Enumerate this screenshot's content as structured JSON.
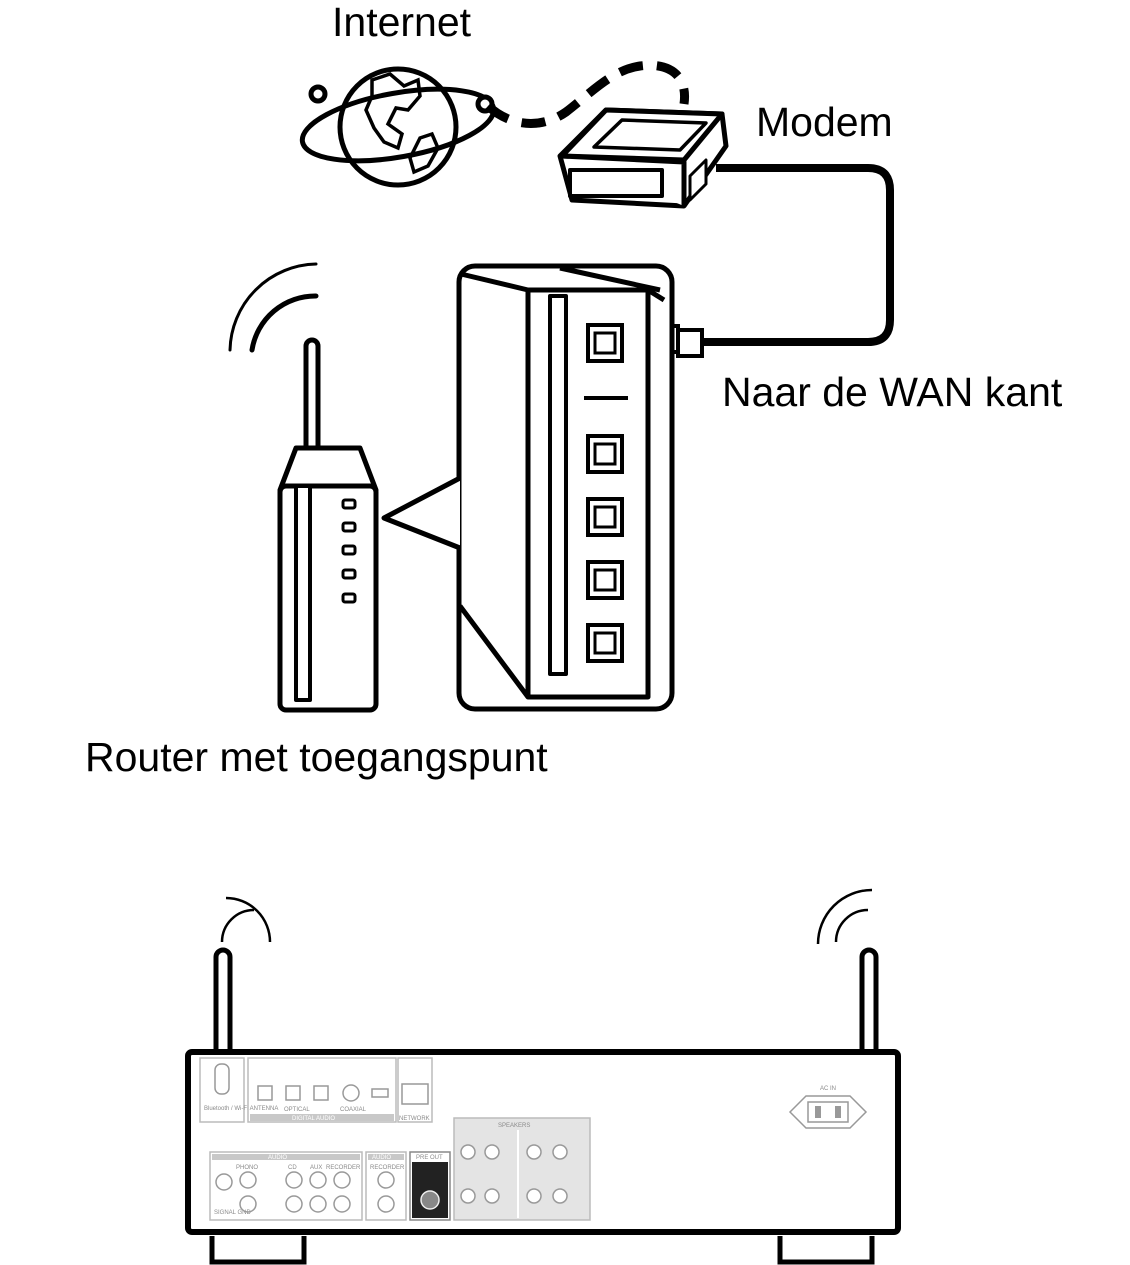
{
  "labels": {
    "internet": "Internet",
    "modem": "Modem",
    "wan": "Naar de WAN kant",
    "router": "Router met toegangspunt"
  },
  "receiver_panel": {
    "antenna": "Bluetooth / Wi-Fi ANTENNA",
    "digital_audio": "DIGITAL AUDIO",
    "optical": "OPTICAL",
    "coaxial": "COAXIAL",
    "network": "NETWORK",
    "ac_in": "AC IN",
    "audio_in": "AUDIO",
    "phono": "PHONO",
    "cd": "CD",
    "aux": "AUX",
    "recorder": "RECORDER",
    "audio_out": "AUDIO",
    "recorder_out": "RECORDER",
    "pre_out": "PRE OUT",
    "speakers": "SPEAKERS",
    "signal_gnd": "SIGNAL GND"
  },
  "colors": {
    "line": "#000000",
    "panel_gray": "#b5b5b5",
    "background": "#ffffff"
  }
}
